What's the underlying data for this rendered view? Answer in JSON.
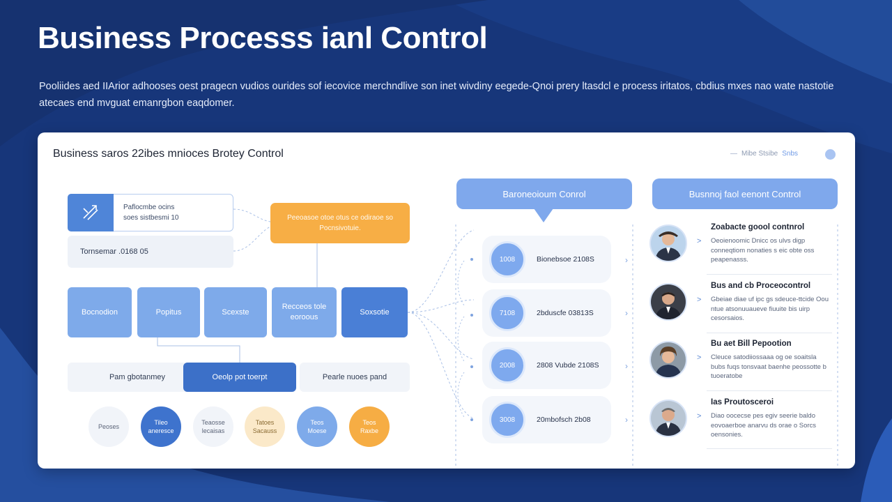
{
  "title": "Business Processs ianl Control",
  "subtitle": "Pooliides aed IIArior adhooses oest pragecn vudios ourides sof iecovice merchndlive son inet wivdiny eegede-Qnoi prery ltasdcl e process iritatos, cbdius mxes nao wate nastotie atecaes end mvguat emanrgbon eaqdomer.",
  "colors": {
    "background": "#17367a",
    "accent_blue": "#4a7fd6",
    "light_blue": "#7eaaea",
    "orange": "#f7ae45"
  },
  "card": {
    "title": "Business saros 22ibes mnioces  Brotey Control",
    "legend_label": "Mibe Stsibe",
    "legend_value": "Snbs"
  },
  "left_flow": {
    "input_icon": "process-arrows-icon",
    "input_line1": "Paflocmbe ocins",
    "input_line2": "soes sistbesmi 10",
    "summary": "Tornsemar .0168 05",
    "orange_box": "Peeoasoe otoe otus ce odiraoe so Pocnsivotuie.",
    "steps": [
      "Bocnodion",
      "Popitus",
      "Scexste",
      "Recceos tole eoroous",
      "Soxsotie"
    ],
    "bottom": [
      "Pam gbotanmey",
      "Oeolp pot toerpt",
      "Pearle nuoes pand"
    ],
    "circles": [
      {
        "label": "Peoses",
        "bg": "#f1f4f9",
        "fg": "#5b6478"
      },
      {
        "label": "Tileo aneresce",
        "bg": "#3e73cd",
        "fg": "#ffffff"
      },
      {
        "label": "Teaosse lecaisas",
        "bg": "#f1f4f9",
        "fg": "#5b6478"
      },
      {
        "label": "Tatoes Sacauss",
        "bg": "#fbe9c9",
        "fg": "#8a6b33"
      },
      {
        "label": "Teos Moese",
        "bg": "#7eaaea",
        "fg": "#ffffff"
      },
      {
        "label": "Teos Raxbe",
        "bg": "#f6ad44",
        "fg": "#ffffff"
      }
    ]
  },
  "middle": {
    "header": "Baroneoioum Conrol",
    "metrics": [
      {
        "badge": "1008",
        "label": "Bionebsoe 2108S"
      },
      {
        "badge": "7108",
        "label": "2bduscfe 03813S"
      },
      {
        "badge": "2008",
        "label": "2808 Vubde 2108S"
      },
      {
        "badge": "3008",
        "label": "20mbofsch 2b08"
      }
    ]
  },
  "right": {
    "header": "Busnnoj faol eenont Control",
    "people": [
      {
        "title": "Zoabacte goool contnrol",
        "desc": "Oeoienoomic Dnicc os ulvs digp conneqtiom nonaties s eic obte oss peapenasss.",
        "icon": "portrait-1"
      },
      {
        "title": "Bus and cb Proceocontrol",
        "desc": "Gbeiae diae uf ipc gs sdeuce-ttcide Oou ntue atsonuuaueve fiuuite bis uirp cesorsaios.",
        "icon": "portrait-2"
      },
      {
        "title": "Bu aet Bill Pepootion",
        "desc": "Cleuce satodiiossaaa og oe soaitsla bubs fuqs tonsvaat baenhe peossotte b tuoeratobe",
        "icon": "portrait-3"
      },
      {
        "title": "Ias Proutosceroi",
        "desc": "Diao oocecse pes egiv seerie baldo eovoaerboe anarvu ds orae o Sorcs oensonies.",
        "icon": "portrait-4"
      }
    ]
  }
}
